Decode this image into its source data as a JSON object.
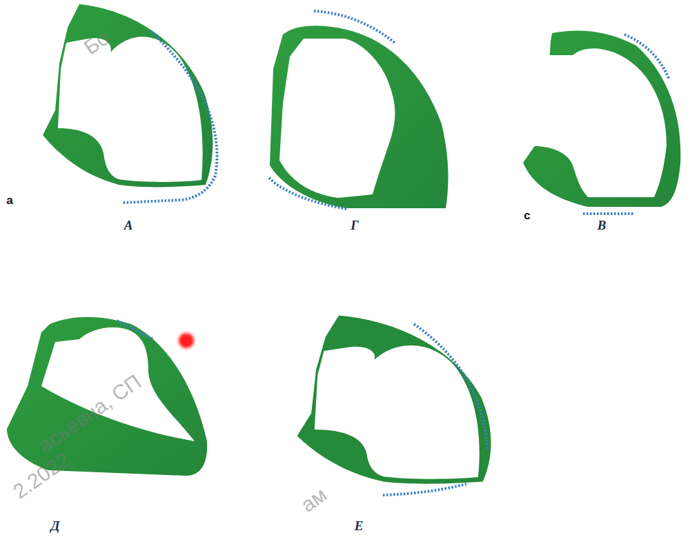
{
  "diagram": {
    "labels": [
      "А",
      "Г",
      "В",
      "Д",
      "Е",
      "a",
      "c",
      "Бо",
      "асьевна, СП",
      "2.2022",
      "ам"
    ]
  }
}
